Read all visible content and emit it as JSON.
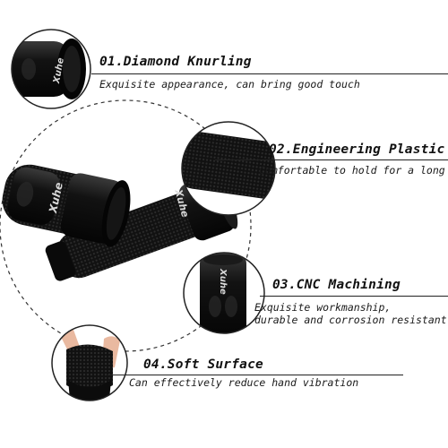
{
  "brand": {
    "logo_text": "Xuhe"
  },
  "features": [
    {
      "title": "01.Diamond Knurling",
      "desc_lines": [
        "Exquisite appearance, can bring good touch"
      ]
    },
    {
      "title": "02.Engineering Plastic",
      "desc_lines": [
        "Comfortable to hold for a long time"
      ]
    },
    {
      "title": "03.CNC Machining",
      "desc_lines": [
        "Exquisite workmanship,",
        "durable and corrosion resistant"
      ]
    },
    {
      "title": "04.Soft Surface",
      "desc_lines": [
        "Can effectively reduce hand vibration"
      ]
    }
  ],
  "colors": {
    "background": "#ffffff",
    "product_black": "#0c0c0c",
    "circle_border": "#222222",
    "skin_tone": "#e9b9a0"
  }
}
